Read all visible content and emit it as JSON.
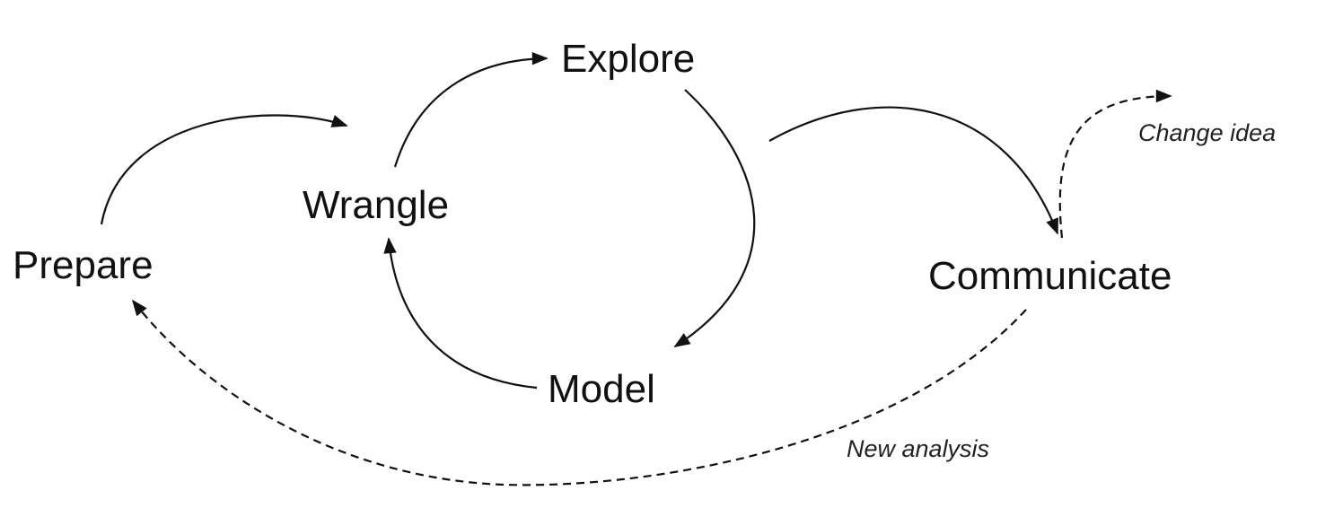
{
  "nodes": {
    "explore": "Explore",
    "wrangle": "Wrangle",
    "prepare": "Prepare",
    "model": "Model",
    "communicate": "Communicate"
  },
  "notes": {
    "change_idea": "Change idea",
    "new_analysis": "New analysis"
  },
  "colors": {
    "stroke": "#111111",
    "background": "#ffffff"
  }
}
